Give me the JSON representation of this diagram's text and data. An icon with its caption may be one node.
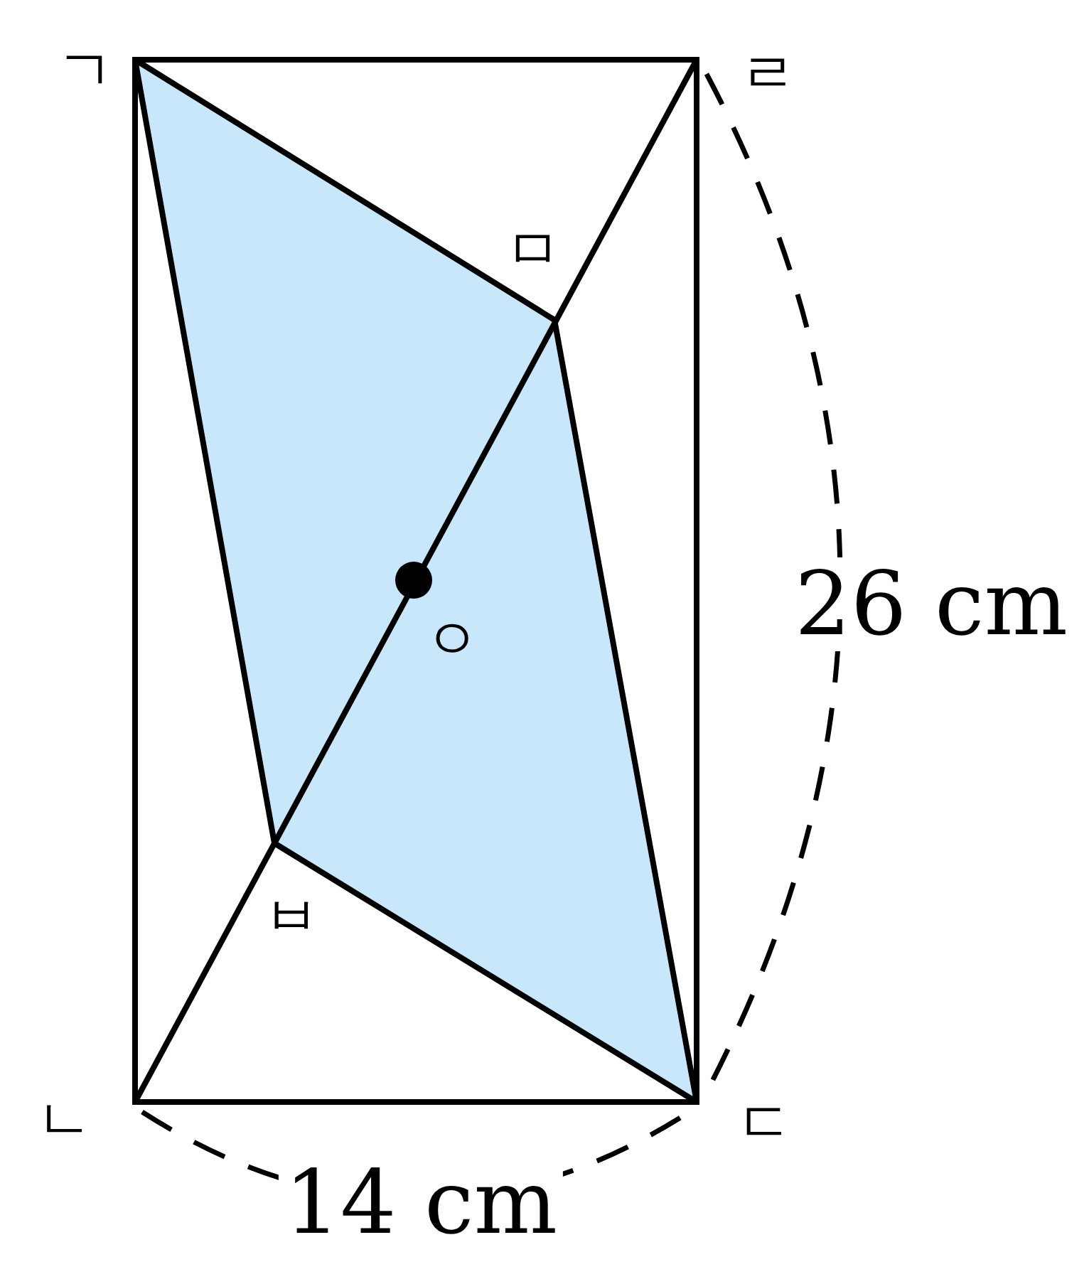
{
  "diagram": {
    "labels": [
      "ㄱ",
      "ㄹ",
      "ㅁ",
      "ㅇ",
      "26 cm",
      "ㅂ",
      "ㄴ",
      "ㄷ",
      "14 cm"
    ]
  }
}
